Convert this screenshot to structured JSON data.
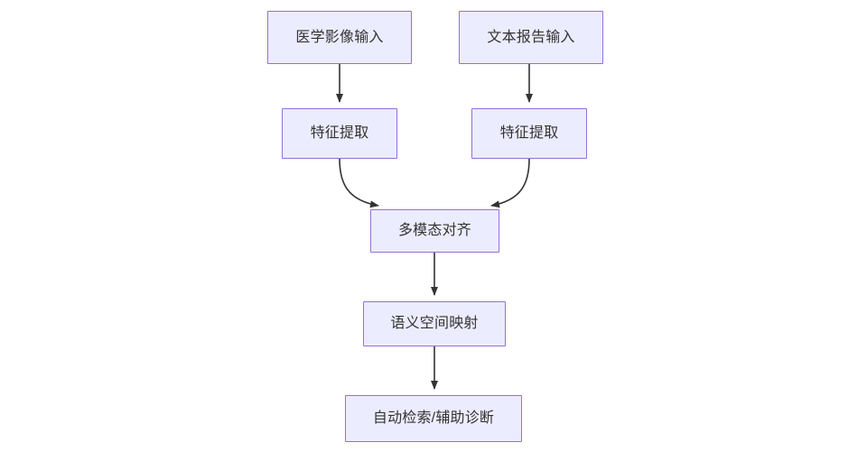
{
  "diagram": {
    "type": "flowchart",
    "direction": "top-down",
    "background_color": "#ffffff",
    "node_fill_color": "#ececff",
    "node_border_color": "#9370db",
    "node_text_color": "#333333",
    "edge_color": "#333333",
    "nodes": [
      {
        "id": "image-input",
        "label": "医学影像输入"
      },
      {
        "id": "text-input",
        "label": "文本报告输入"
      },
      {
        "id": "feature-image",
        "label": "特征提取"
      },
      {
        "id": "feature-text",
        "label": "特征提取"
      },
      {
        "id": "alignment",
        "label": "多模态对齐"
      },
      {
        "id": "semantic-mapping",
        "label": "语义空间映射"
      },
      {
        "id": "output",
        "label": "自动检索/辅助诊断"
      }
    ],
    "edges": [
      {
        "from": "image-input",
        "to": "feature-image",
        "style": "straight",
        "arrow": "arrowhead-icon"
      },
      {
        "from": "text-input",
        "to": "feature-text",
        "style": "straight",
        "arrow": "arrowhead-icon"
      },
      {
        "from": "feature-image",
        "to": "alignment",
        "style": "curved",
        "arrow": "arrowhead-icon"
      },
      {
        "from": "feature-text",
        "to": "alignment",
        "style": "curved",
        "arrow": "arrowhead-icon"
      },
      {
        "from": "alignment",
        "to": "semantic-mapping",
        "style": "straight",
        "arrow": "arrowhead-icon"
      },
      {
        "from": "semantic-mapping",
        "to": "output",
        "style": "straight",
        "arrow": "arrowhead-icon"
      }
    ]
  }
}
